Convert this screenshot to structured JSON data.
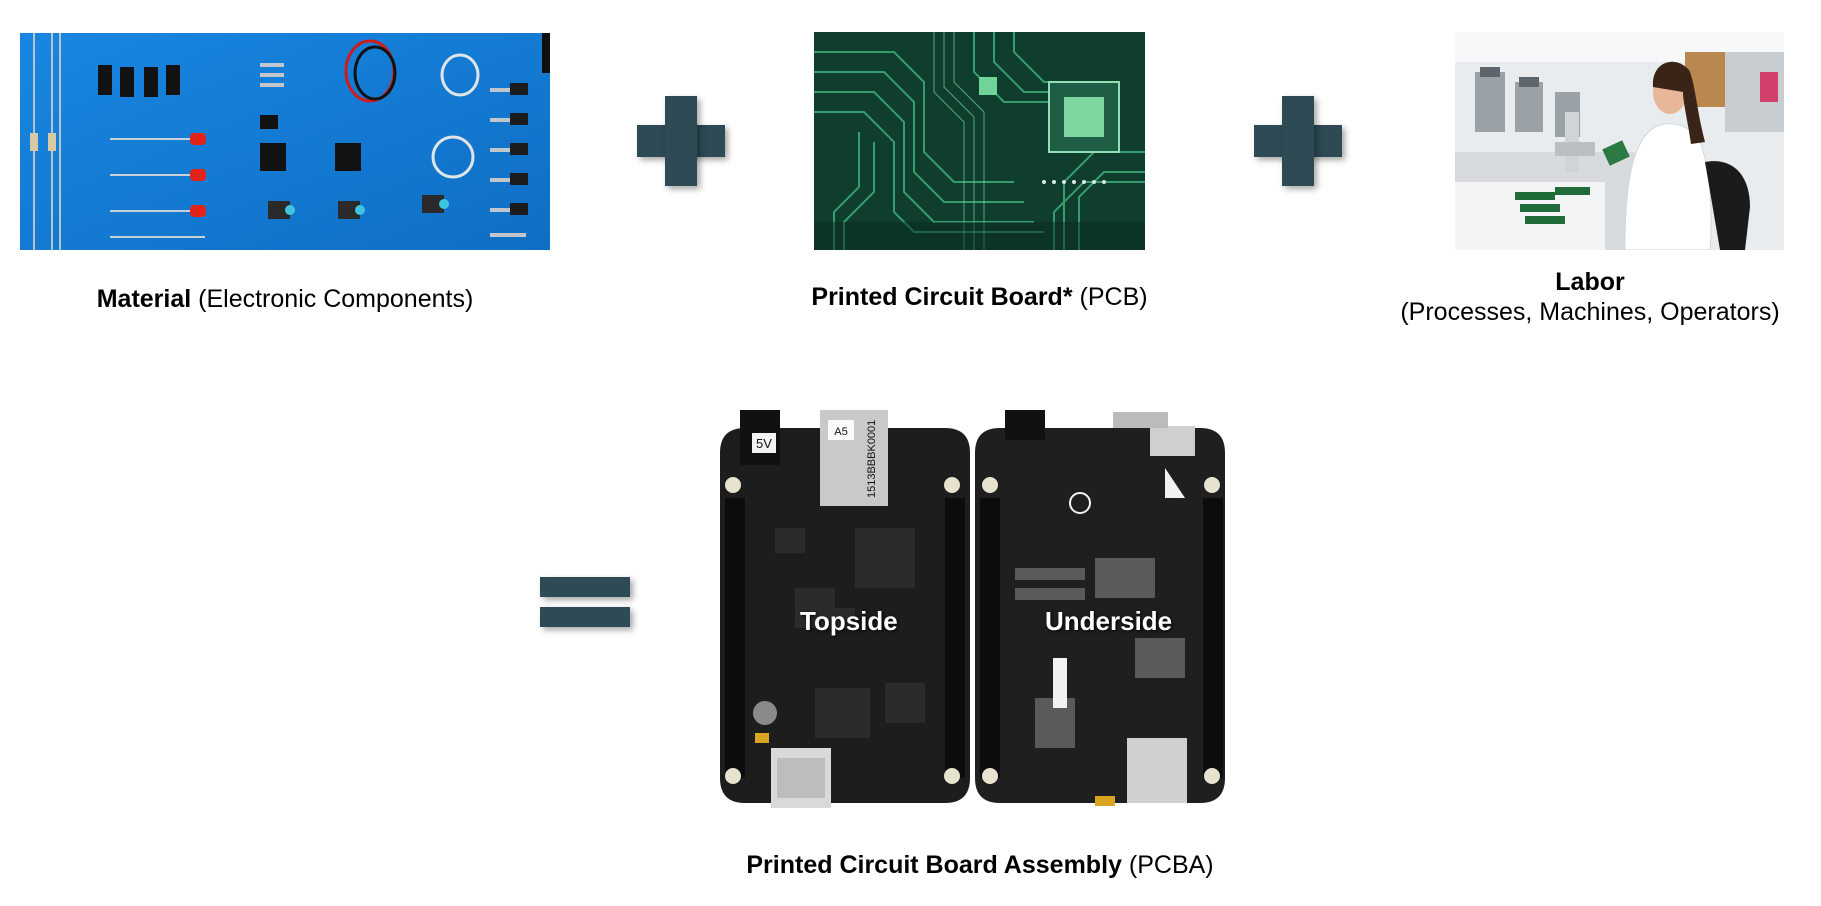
{
  "equation": {
    "material": {
      "title": "Material",
      "detail": "(Electronic Components)"
    },
    "pcb": {
      "title": "Printed Circuit Board*",
      "detail": "(PCB)"
    },
    "labor": {
      "title": "Labor",
      "detail": "(Processes, Machines, Operators)"
    },
    "plus_symbol": "plus-icon",
    "equals_symbol": "equals-icon"
  },
  "result": {
    "title": "Printed Circuit Board Assembly",
    "detail": "(PCBA)",
    "topside_label": "Topside",
    "underside_label": "Underside",
    "board_marks": {
      "power": "5V",
      "serial": "1513BBBK0001",
      "tag": "A5"
    }
  },
  "colors": {
    "symbol": "#2e4a55",
    "component_mat": "#1480d8",
    "pcb_green": "#0d3b2c",
    "board": "#1c1c1c"
  }
}
